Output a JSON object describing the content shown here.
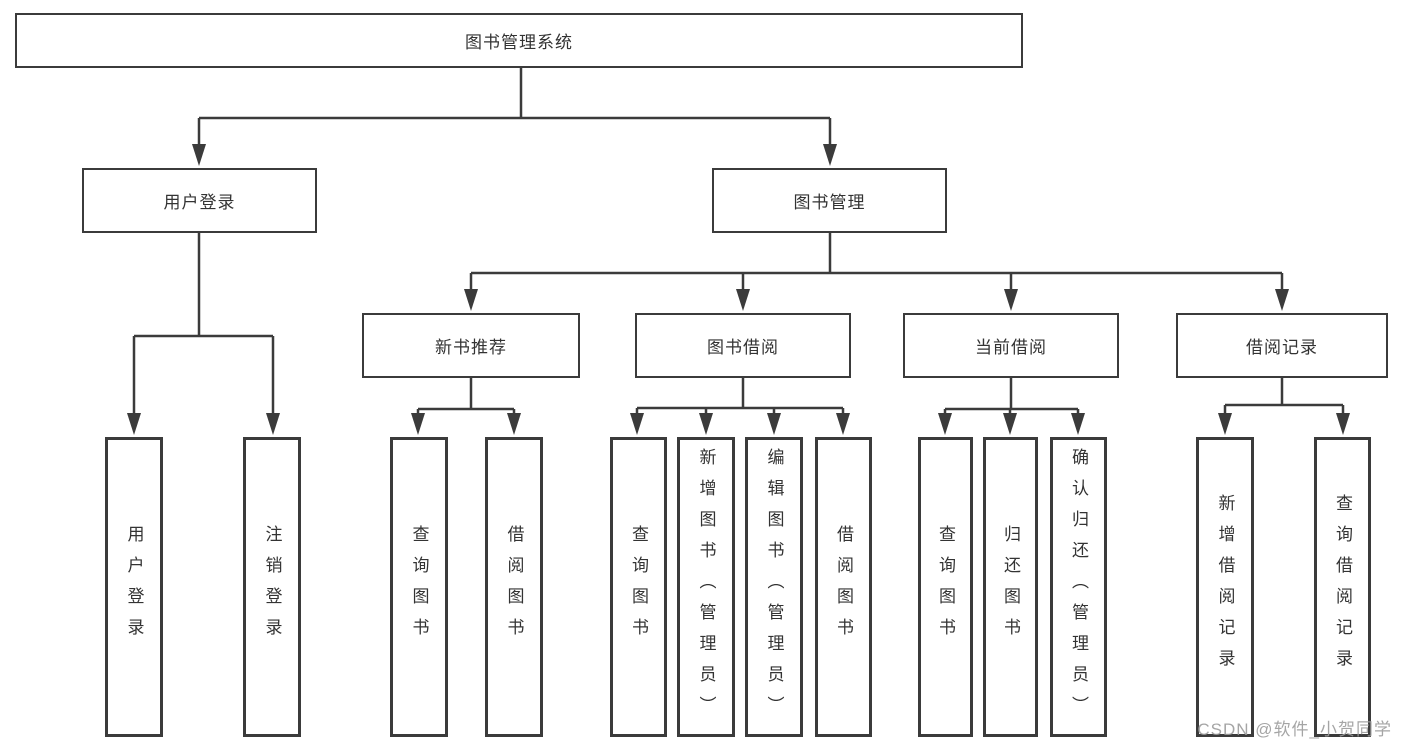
{
  "diagram_title": "图书管理系统",
  "colors": {
    "line": "#3b3b3b",
    "box_border": "#3b3b3b",
    "box_fill": "#ffffff",
    "text": "#333333",
    "watermark": "#9c9c9c",
    "background": "#ffffff"
  },
  "tree": {
    "label": "图书管理系统",
    "children": [
      {
        "label": "用户登录",
        "children": [
          {
            "label": "用户登录"
          },
          {
            "label": "注销登录"
          }
        ]
      },
      {
        "label": "图书管理",
        "children": [
          {
            "label": "新书推荐",
            "children": [
              {
                "label": "查询图书"
              },
              {
                "label": "借阅图书"
              }
            ]
          },
          {
            "label": "图书借阅",
            "children": [
              {
                "label": "查询图书"
              },
              {
                "label": "新增图书（管理员）"
              },
              {
                "label": "编辑图书（管理员）"
              },
              {
                "label": "借阅图书"
              }
            ]
          },
          {
            "label": "当前借阅",
            "children": [
              {
                "label": "查询图书"
              },
              {
                "label": "归还图书"
              },
              {
                "label": "确认归还（管理员）"
              }
            ]
          },
          {
            "label": "借阅记录",
            "children": [
              {
                "label": "新增借阅记录"
              },
              {
                "label": "查询借阅记录"
              }
            ]
          }
        ]
      }
    ]
  },
  "watermark": {
    "text": "CSDN @软件_小贺同学"
  }
}
